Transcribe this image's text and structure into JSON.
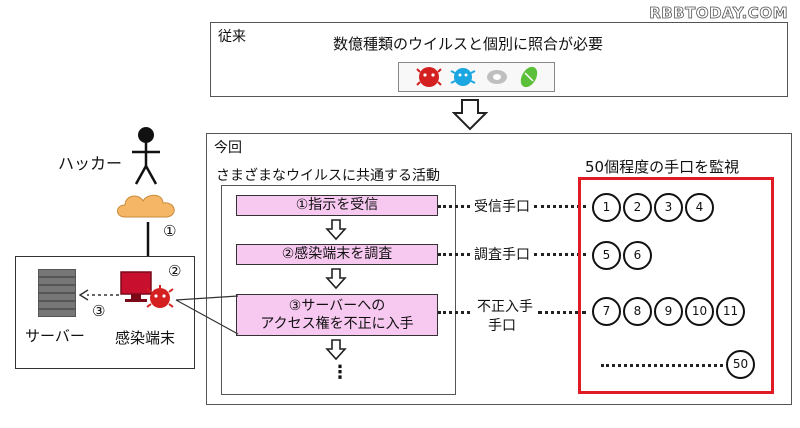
{
  "watermark": "RBBTODAY.COM",
  "conventional": {
    "label": "従来",
    "description": "数億種類のウイルスと個別に照合が必要"
  },
  "current": {
    "label": "今回",
    "activities_title": "さまざまなウイルスに共通する活動",
    "steps": [
      "①指示を受信",
      "②感染端末を調査",
      "③サーバーへの",
      "アクセス権を不正に入手"
    ],
    "continuation": "⋮",
    "connectors": [
      "受信手口",
      "調査手口",
      "不正入手",
      "手口"
    ],
    "monitor_title": "50個程度の手口を監視",
    "numbers": [
      "1",
      "2",
      "3",
      "4",
      "5",
      "6",
      "7",
      "8",
      "9",
      "10",
      "11",
      "50"
    ]
  },
  "left": {
    "hacker_label": "ハッカー",
    "server_label": "サーバー",
    "infected_label": "感染端末",
    "marker_1": "①",
    "marker_2": "②",
    "marker_3": "③"
  },
  "colors": {
    "step_fill": "#f7c8f0",
    "monitor_border": "#e01b24",
    "virus_red": "#d42020",
    "virus_blue": "#1aa6e0",
    "virus_gray": "#bfbfbf",
    "virus_green": "#5cbf3a",
    "cloud": "#f5b766"
  }
}
